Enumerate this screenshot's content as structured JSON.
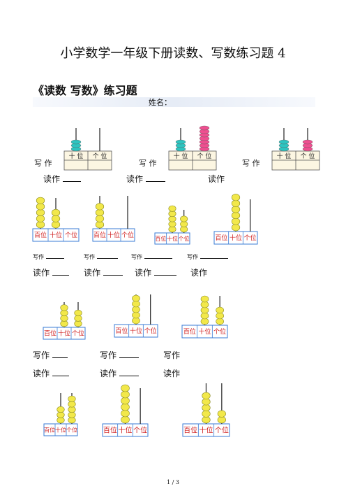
{
  "title": "小学数学一年级下册读数、写数练习题 4",
  "subtitle": "《读数  写数》练习题",
  "name_label": "姓名：",
  "footer": "1 / 3",
  "labels": {
    "write": "写作",
    "read": "读作",
    "write_spaced": "写 作",
    "ones": "个位",
    "tens": "十位",
    "hundreds": "百位",
    "ones_spaced": "个 位",
    "tens_spaced": "十 位"
  },
  "colors": {
    "teal_bead": "#2ec4c0",
    "pink_bead": "#ee4f90",
    "yellow_bead": "#f2e84a",
    "label_red": "#d02020",
    "label_border": "#3a7bd5",
    "table_bg": "#fcf6e2"
  },
  "row1_abacuses": [
    {
      "tens_beads": 3,
      "ones_beads": 0,
      "tens_color": "teal",
      "ones_color": "teal"
    },
    {
      "tens_beads": 3,
      "ones_beads": 7,
      "tens_color": "teal",
      "ones_color": "pink"
    },
    {
      "tens_beads": 3,
      "ones_beads": 3,
      "tens_color": "teal",
      "ones_color": "pink"
    }
  ],
  "row2_abacuses": [
    {
      "hundreds": 5,
      "tens": 3,
      "ones": 0
    },
    {
      "hundreds": 4,
      "tens": 0,
      "ones": 0
    },
    {
      "hundreds": 0,
      "tens": 5,
      "ones": 3
    },
    {
      "hundreds": 0,
      "tens": 6,
      "ones": 0
    }
  ],
  "row3_abacuses": [
    {
      "hundreds": 0,
      "tens": 4,
      "ones": 3
    },
    {
      "hundreds": 0,
      "tens": 5,
      "ones": 0
    },
    {
      "hundreds": 0,
      "tens": 5,
      "ones": 3
    }
  ],
  "row4_abacuses": [
    {
      "hundreds": 0,
      "tens": 3,
      "ones": 5
    },
    {
      "hundreds": 0,
      "tens": 6,
      "ones": 0
    },
    {
      "hundreds": 0,
      "tens": 5,
      "ones": 2
    }
  ]
}
